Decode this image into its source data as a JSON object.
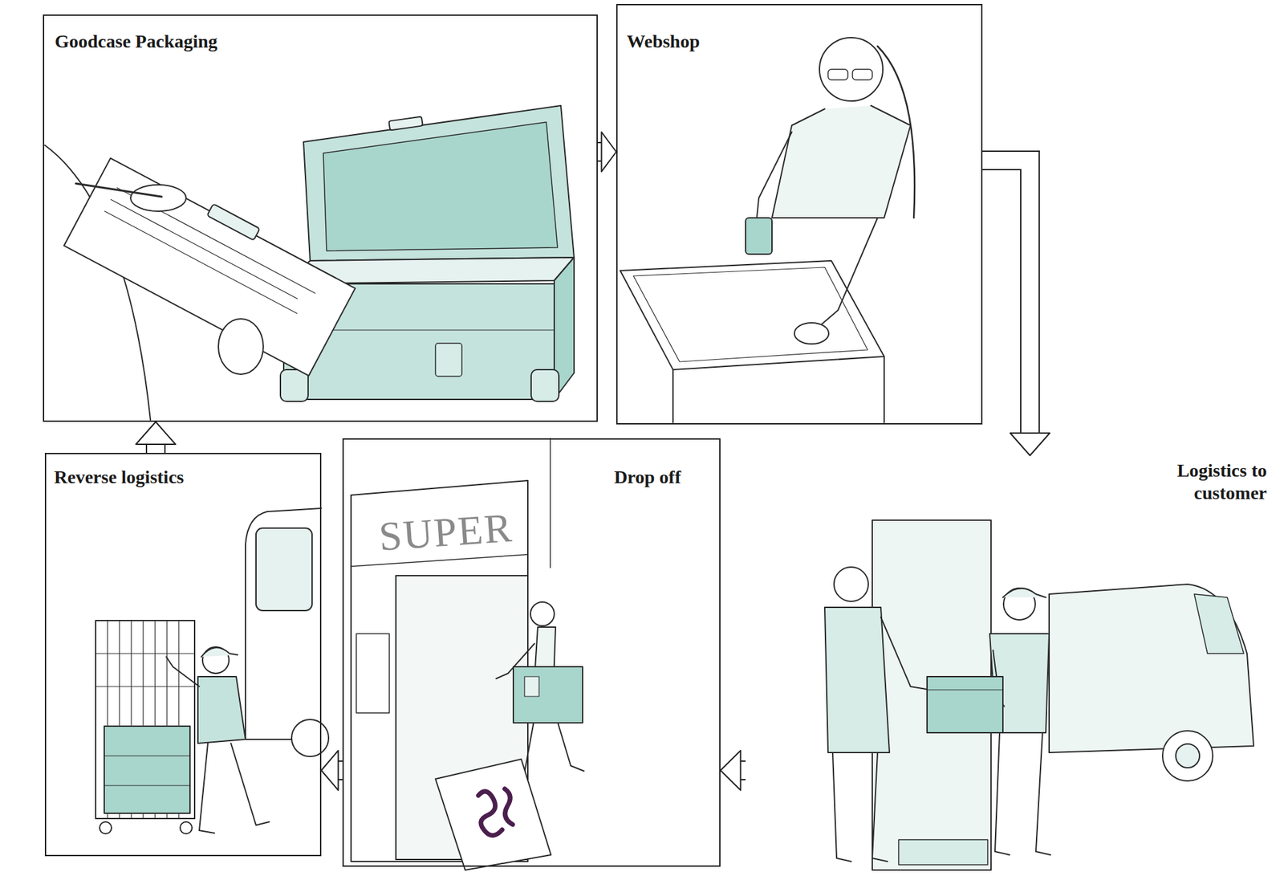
{
  "diagram": {
    "nodes": [
      {
        "text": [
          "Goodcase Packaging"
        ]
      },
      {
        "text": [
          "Webshop"
        ]
      },
      {
        "text": [
          "Reverse logistics"
        ]
      },
      {
        "text": [
          "Drop off"
        ]
      },
      {
        "text": [
          "Logistics to customer"
        ]
      }
    ],
    "edges": [
      {
        "from": 0,
        "to": 1,
        "arrow": "to"
      },
      {
        "from": 1,
        "to": 4,
        "arrow": "to"
      },
      {
        "from": 4,
        "to": 3,
        "arrow": "to"
      },
      {
        "from": 3,
        "to": 2,
        "arrow": "to"
      },
      {
        "from": 2,
        "to": 0,
        "arrow": "to"
      }
    ],
    "labels": [
      "SUPER"
    ]
  }
}
